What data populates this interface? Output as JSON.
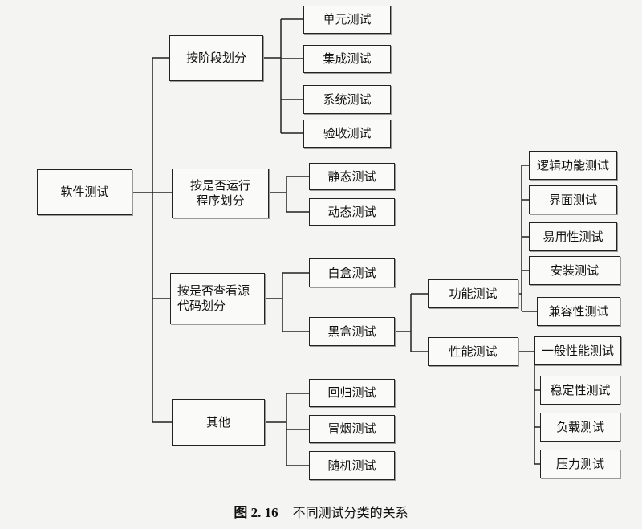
{
  "diagram": {
    "root": "软件测试",
    "by_stage": {
      "label": "按阶段划分",
      "items": [
        "单元测试",
        "集成测试",
        "系统测试",
        "验收测试"
      ]
    },
    "by_running": {
      "label": "按是否运行\n程序划分",
      "items": [
        "静态测试",
        "动态测试"
      ]
    },
    "by_source": {
      "label": "按是否查看源\n代码划分",
      "white_box": "白盒测试",
      "black_box": "黑盒测试",
      "functional": {
        "label": "功能测试",
        "items": [
          "逻辑功能测试",
          "界面测试",
          "易用性测试",
          "安装测试",
          "兼容性测试"
        ]
      },
      "performance": {
        "label": "性能测试",
        "items": [
          "一般性能测试",
          "稳定性测试",
          "负载测试",
          "压力测试"
        ]
      }
    },
    "other": {
      "label": "其他",
      "items": [
        "回归测试",
        "冒烟测试",
        "随机测试"
      ]
    }
  },
  "caption": {
    "number": "图 2. 16",
    "text": "不同测试分类的关系"
  }
}
